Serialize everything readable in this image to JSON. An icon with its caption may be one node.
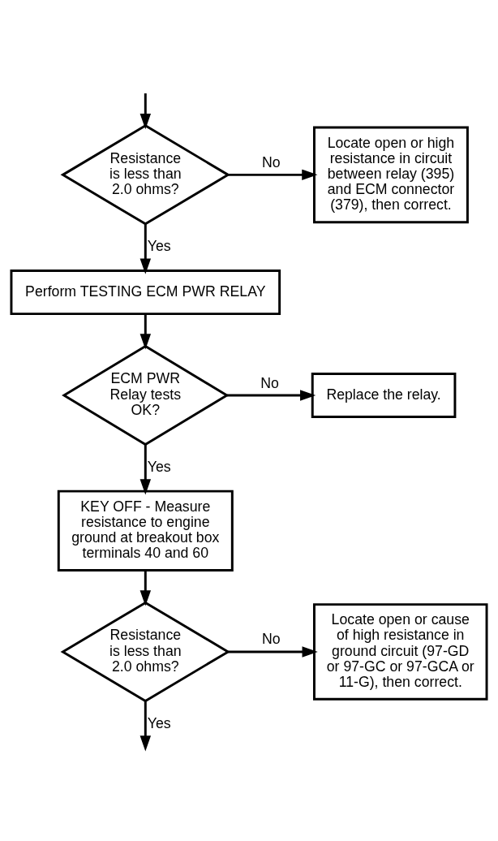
{
  "diagram": {
    "nodes": [
      {
        "text": [
          "Resistance is less than 2.0 ohms?"
        ]
      },
      {
        "text": [
          "Locate open or high resistance in circuit between relay (395) and ECM connector (379), then correct."
        ]
      },
      {
        "text": [
          "Perform TESTING ECM PWR RELAY"
        ]
      },
      {
        "text": [
          "ECM PWR Relay tests OK?"
        ]
      },
      {
        "text": [
          "Replace the relay."
        ]
      },
      {
        "text": [
          "KEY OFF - Measure resistance to engine ground at breakout box terminals 40 and 60"
        ]
      },
      {
        "text": [
          "Resistance is less than 2.0 ohms?"
        ]
      },
      {
        "text": [
          "Locate open or cause of high resistance in ground circuit (97-GD or 97-GC or 97-GCA or 11-G), then correct."
        ]
      }
    ],
    "edges": [
      {
        "from": null,
        "to": 0,
        "arrow": "to"
      },
      {
        "from": 0,
        "to": 1,
        "arrow": "to",
        "label": "No"
      },
      {
        "from": 0,
        "to": 2,
        "arrow": "to",
        "label": "Yes"
      },
      {
        "from": 2,
        "to": 3,
        "arrow": "to"
      },
      {
        "from": 3,
        "to": 4,
        "arrow": "to",
        "label": "No"
      },
      {
        "from": 3,
        "to": 5,
        "arrow": "to",
        "label": "Yes"
      },
      {
        "from": 5,
        "to": 6,
        "arrow": "to"
      },
      {
        "from": 6,
        "to": 7,
        "arrow": "to",
        "label": "No"
      },
      {
        "from": 6,
        "to": null,
        "arrow": "to",
        "label": "Yes"
      }
    ]
  }
}
